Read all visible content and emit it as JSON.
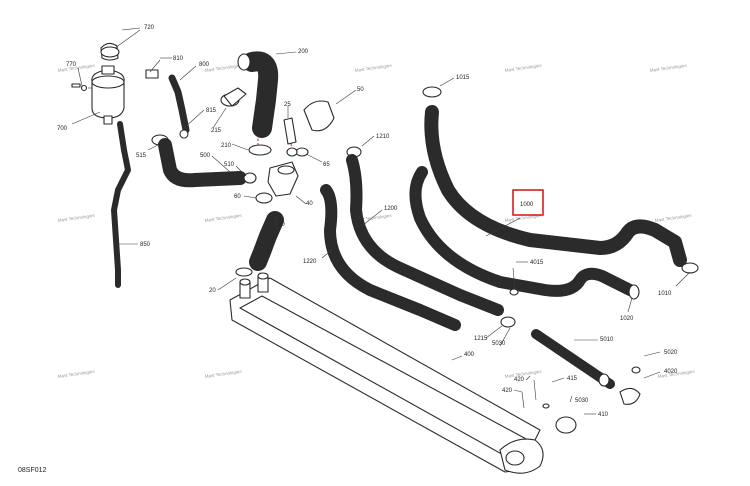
{
  "diagram_code": "08SF012",
  "watermark": "Mast Technologies",
  "highlighted_part": "1000",
  "part_numbers": {
    "p720": "720",
    "p810": "810",
    "p800": "800",
    "p770": "770",
    "p700": "700",
    "p200": "200",
    "p815": "815",
    "p215": "215",
    "p25": "25",
    "p50": "50",
    "p515": "515",
    "p210": "210",
    "p500": "500",
    "p510": "510",
    "p65": "65",
    "p1210": "1210",
    "p1015": "1015",
    "p1000": "1000",
    "p60": "60",
    "p40": "40",
    "p10": "10",
    "p850": "850",
    "p1200": "1200",
    "p1220": "1220",
    "p4015": "4015",
    "p1010": "1010",
    "p20": "20",
    "p1020": "1020",
    "p1215": "1215",
    "p5030a": "5030",
    "p5010": "5010",
    "p400": "400",
    "p5020": "5020",
    "p4020": "4020",
    "p420": "420",
    "p415": "415",
    "p5030b": "5030",
    "p410": "410"
  }
}
